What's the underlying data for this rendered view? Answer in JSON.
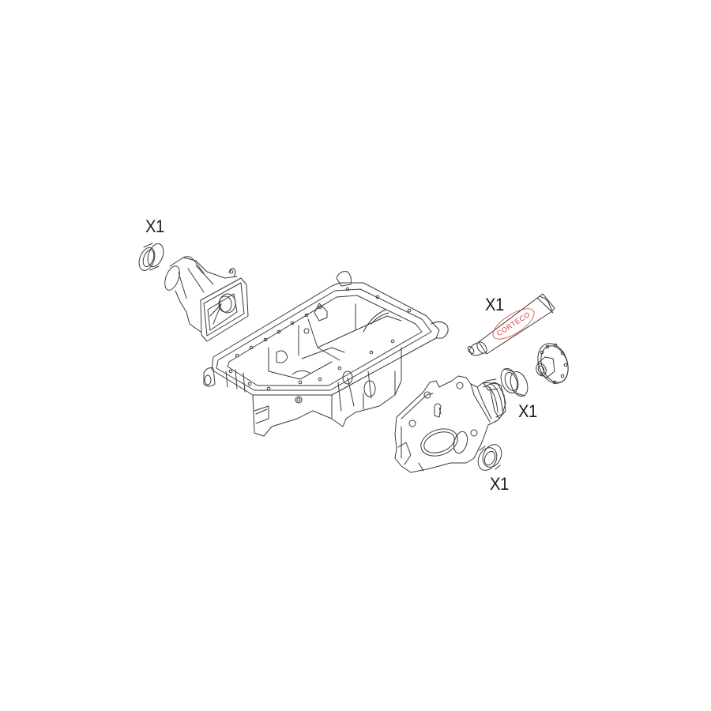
{
  "diagram": {
    "type": "exploded-parts-diagram",
    "background": "#ffffff",
    "line_color": "#3a3a3a",
    "accent_color": "#d23b3b",
    "parts": [
      {
        "id": "seal-ring-left",
        "description": "shaft seal ring",
        "quantity_label": "X1"
      },
      {
        "id": "transmission-housing",
        "description": "housing / adapter with flange"
      },
      {
        "id": "oil-pan",
        "description": "oil sump / oil pan"
      },
      {
        "id": "sealant-tube",
        "description": "sealant tube",
        "quantity_label": "X1",
        "brand_text": "CORTECO"
      },
      {
        "id": "seal-ring-right",
        "description": "shaft seal ring",
        "quantity_label": "X1"
      },
      {
        "id": "drive-flange",
        "description": "output flange"
      },
      {
        "id": "differential-housing",
        "description": "differential / final drive housing"
      },
      {
        "id": "seal-ring-bottom",
        "description": "shaft seal ring",
        "quantity_label": "X1"
      }
    ]
  },
  "labels": {
    "seal_left": "X1",
    "sealant": "X1",
    "seal_right": "X1",
    "seal_bottom": "X1",
    "brand": "CORTECO"
  }
}
